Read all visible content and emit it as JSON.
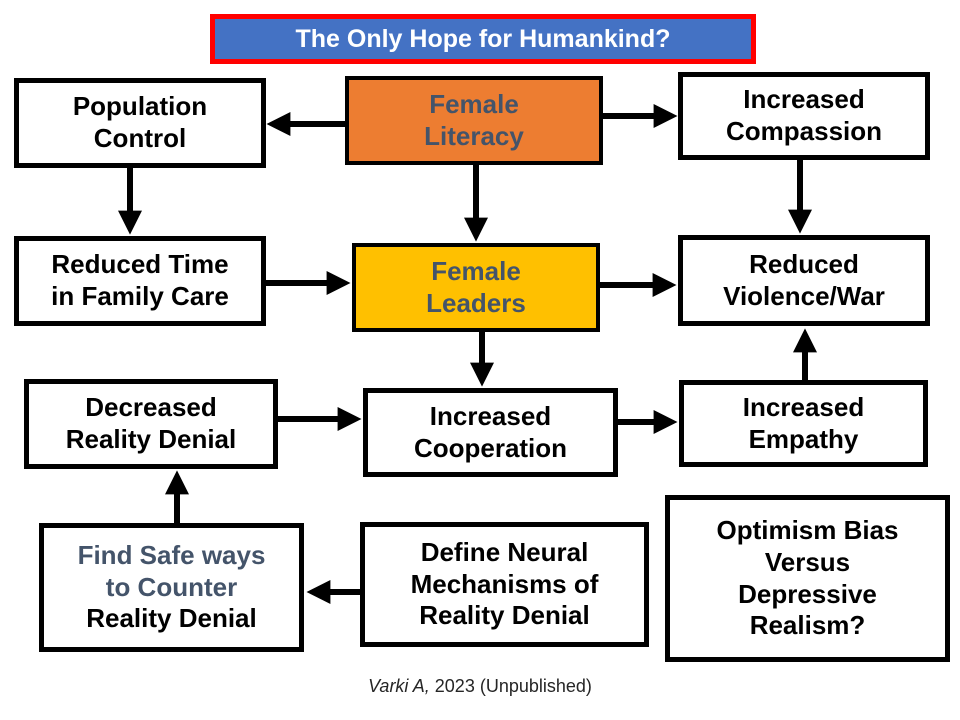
{
  "title": {
    "text": "The Only Hope for Humankind?"
  },
  "nodes": {
    "population_control": {
      "label": "Population\nControl"
    },
    "female_literacy": {
      "label": "Female\nLiteracy"
    },
    "increased_compassion": {
      "label": "Increased\nCompassion"
    },
    "reduced_time_family_care": {
      "label": "Reduced Time\nin Family Care"
    },
    "female_leaders": {
      "label": "Female\nLeaders"
    },
    "reduced_violence_war": {
      "label": "Reduced\nViolence/War"
    },
    "decreased_reality_denial": {
      "label": "Decreased\nReality Denial"
    },
    "increased_cooperation": {
      "label": "Increased\nCooperation"
    },
    "increased_empathy": {
      "label": "Increased\nEmpathy"
    },
    "find_safe_ways": {
      "label_primary": "Find Safe ways\nto Counter",
      "label_secondary": "Reality Denial"
    },
    "define_neural_mechanisms": {
      "label": "Define Neural\nMechanisms of\nReality Denial"
    },
    "optimism_bias": {
      "label": "Optimism Bias\nVersus\nDepressive\nRealism?"
    }
  },
  "caption": {
    "author_italic": "Varki A,",
    "rest": " 2023 (Unpublished)"
  },
  "colors": {
    "title_bg": "#4472C4",
    "title_border": "#FF0000",
    "title_text": "#FFFFFF",
    "female_literacy_bg": "#ED7D31",
    "female_leaders_bg": "#FFC000",
    "slate_text": "#44546A",
    "box_bg": "#FFFFFF",
    "box_border": "#000000",
    "arrow": "#000000"
  },
  "edges": [
    {
      "from": "female_literacy",
      "to": "population_control"
    },
    {
      "from": "female_literacy",
      "to": "increased_compassion"
    },
    {
      "from": "female_literacy",
      "to": "female_leaders"
    },
    {
      "from": "population_control",
      "to": "reduced_time_family_care"
    },
    {
      "from": "increased_compassion",
      "to": "reduced_violence_war"
    },
    {
      "from": "reduced_time_family_care",
      "to": "female_leaders"
    },
    {
      "from": "female_leaders",
      "to": "reduced_violence_war"
    },
    {
      "from": "female_leaders",
      "to": "increased_cooperation"
    },
    {
      "from": "decreased_reality_denial",
      "to": "increased_cooperation"
    },
    {
      "from": "increased_cooperation",
      "to": "increased_empathy"
    },
    {
      "from": "increased_empathy",
      "to": "reduced_violence_war"
    },
    {
      "from": "find_safe_ways",
      "to": "decreased_reality_denial"
    },
    {
      "from": "define_neural_mechanisms",
      "to": "find_safe_ways"
    }
  ]
}
